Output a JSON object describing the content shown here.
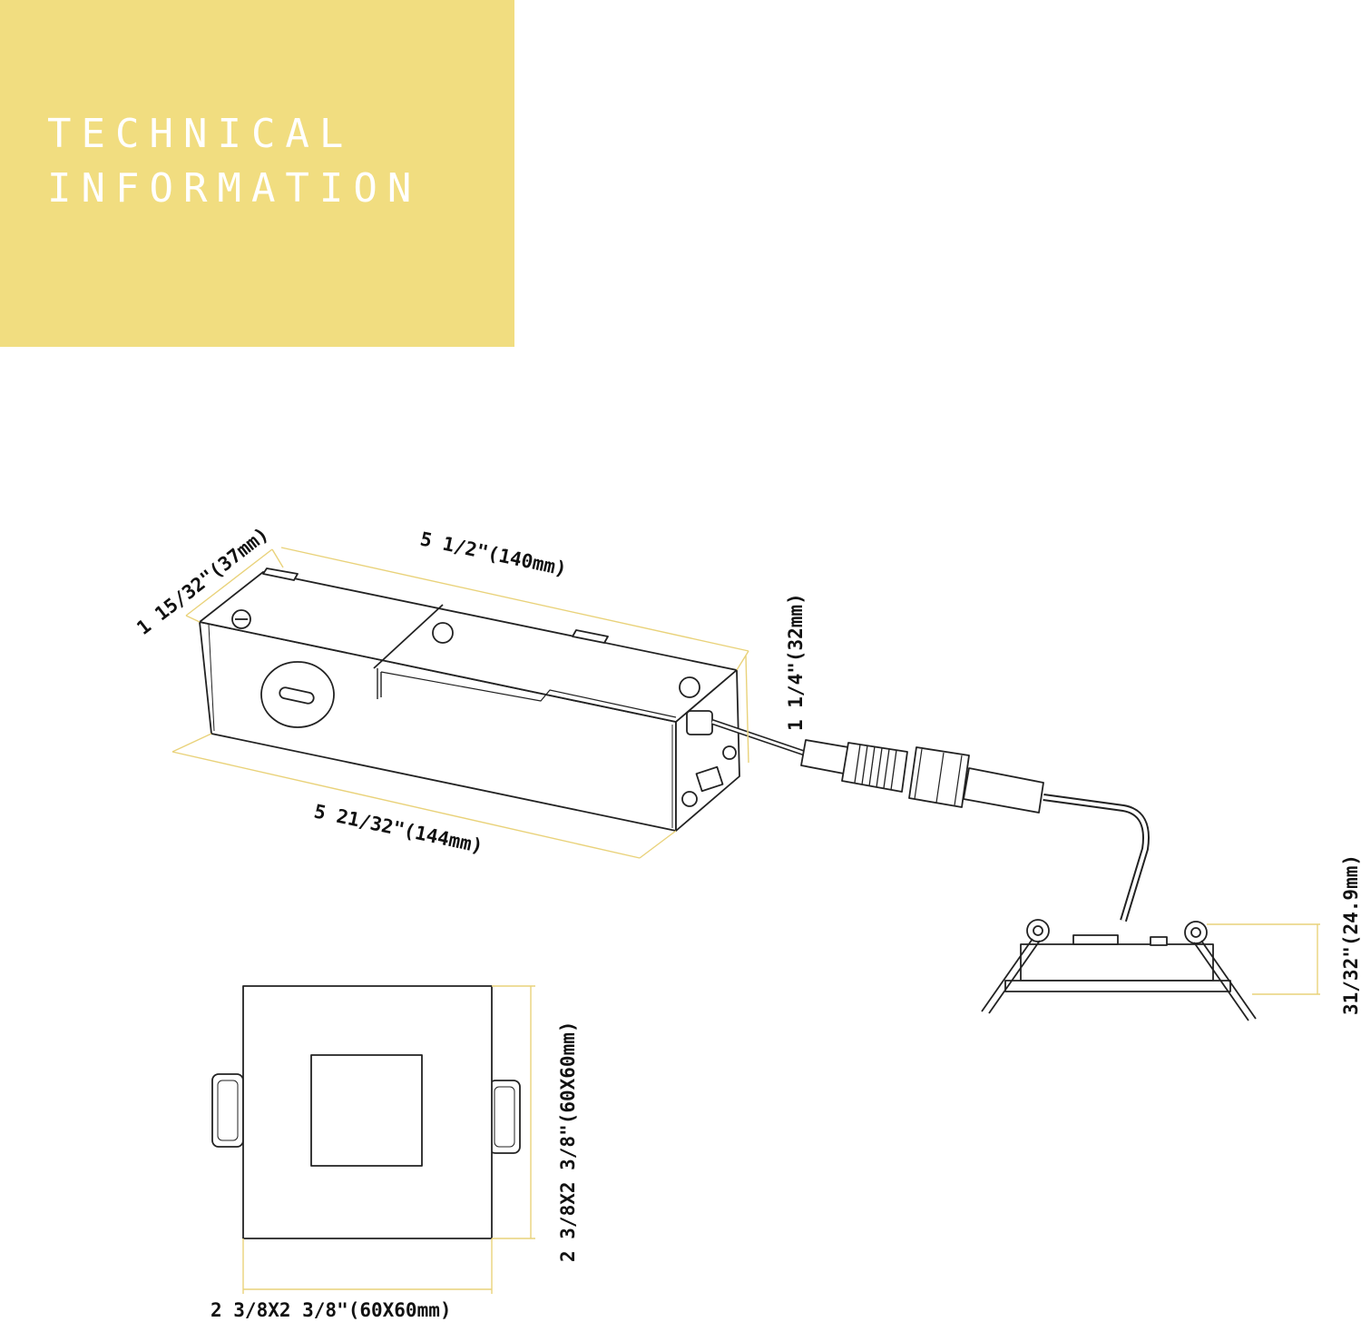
{
  "banner": {
    "title_line1": "TECHNICAL",
    "title_line2": "INFORMATION",
    "color": "#f1dd80"
  },
  "dimensions": {
    "driver_box_depth": "1 15/32\"(37mm)",
    "driver_box_top_length": "5 1/2\"(140mm)",
    "driver_box_height": "1 1/4\"(32mm)",
    "driver_box_bottom_length": "5 21/32\"(144mm)",
    "light_height": "31/32\"(24.9mm)",
    "trim_height": "2 3/8X2 3/8\"(60X60mm)",
    "trim_width": "2 3/8X2 3/8\"(60X60mm)"
  },
  "colors": {
    "dimension_line": "#e9d27a",
    "outline": "#222222"
  }
}
